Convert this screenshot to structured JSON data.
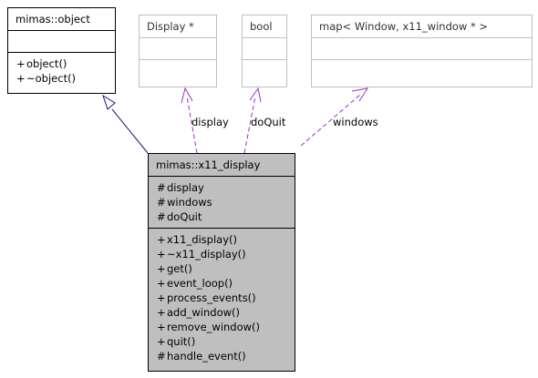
{
  "classes": {
    "object": {
      "name": "mimas::object",
      "attributes": [],
      "methods": [
        {
          "vis": "+",
          "name": "object()"
        },
        {
          "vis": "+",
          "name": "~object()"
        }
      ]
    },
    "display_type": {
      "name": "Display *"
    },
    "bool_type": {
      "name": "bool"
    },
    "map_type": {
      "name": "map< Window, x11_window * >"
    },
    "x11_display": {
      "name": "mimas::x11_display",
      "attributes": [
        {
          "vis": "#",
          "name": "display"
        },
        {
          "vis": "#",
          "name": "windows"
        },
        {
          "vis": "#",
          "name": "doQuit"
        }
      ],
      "methods": [
        {
          "vis": "+",
          "name": "x11_display()"
        },
        {
          "vis": "+",
          "name": "~x11_display()"
        },
        {
          "vis": "+",
          "name": "get()"
        },
        {
          "vis": "+",
          "name": "event_loop()"
        },
        {
          "vis": "+",
          "name": "process_events()"
        },
        {
          "vis": "+",
          "name": "add_window()"
        },
        {
          "vis": "+",
          "name": "remove_window()"
        },
        {
          "vis": "+",
          "name": "quit()"
        },
        {
          "vis": "#",
          "name": "handle_event()"
        }
      ]
    }
  },
  "edge_labels": {
    "display": "display",
    "doQuit": "doQuit",
    "windows": "windows"
  },
  "colors": {
    "inheritance": "#191970",
    "usage": "#9a32cd",
    "main_fill": "#bfbfbf",
    "aux_border": "#bfbfbf"
  }
}
